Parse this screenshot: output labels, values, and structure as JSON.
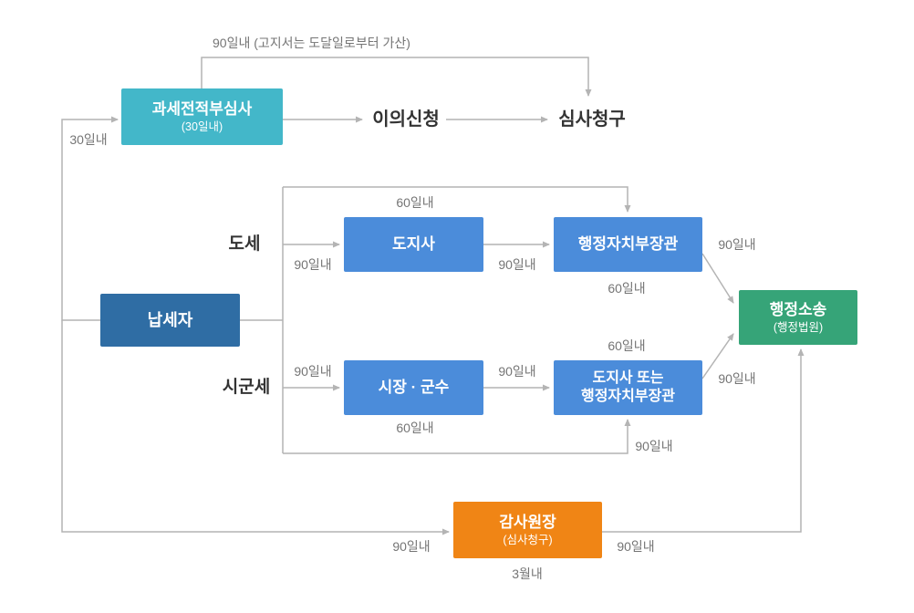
{
  "diagram": {
    "note_top": "90일내 (고지서는 도달일로부터 가산)",
    "nodes": {
      "gwase": {
        "title": "과세전적부심사",
        "sub": "(30일내)"
      },
      "napseja": {
        "title": "납세자"
      },
      "dojisa": {
        "title": "도지사"
      },
      "haengbu": {
        "title": "행정자치부장관"
      },
      "sijang": {
        "title": "시장 · 군수"
      },
      "dodo": {
        "line1": "도지사 또는",
        "line2": "행정자치부장관"
      },
      "haengso": {
        "title": "행정소송",
        "sub": "(행정법원)"
      },
      "gamsa": {
        "title": "감사원장",
        "sub": "(심사청구)"
      }
    },
    "texts": {
      "uisinchung": "이의신청",
      "simsacheonggu": "심사청구",
      "dose": "도세",
      "sigunse": "시군세"
    },
    "edge_labels": {
      "rail_30": "30일내",
      "dojisa_60": "60일내",
      "nab_dojisa_90": "90일내",
      "dojisa_haengbu_90": "90일내",
      "haengbu_60": "60일내",
      "haengbu_haengso_90": "90일내",
      "dodo_60": "60일내",
      "nab_sijang_90": "90일내",
      "sijang_dodo_90": "90일내",
      "sijang_60": "60일내",
      "dodo_haengso_90": "90일내",
      "bypass_bottom_90": "90일내",
      "gamsa_left_90": "90일내",
      "gamsa_right_90": "90일내",
      "gamsa_decision": "3월내"
    },
    "colors": {
      "teal": "#43b7c9",
      "dark_blue": "#2f6da4",
      "blue": "#4b8cda",
      "green": "#36a478",
      "orange": "#f08515",
      "line": "#b4b4b4",
      "label_text": "#757575",
      "text_dark": "#333333"
    }
  }
}
